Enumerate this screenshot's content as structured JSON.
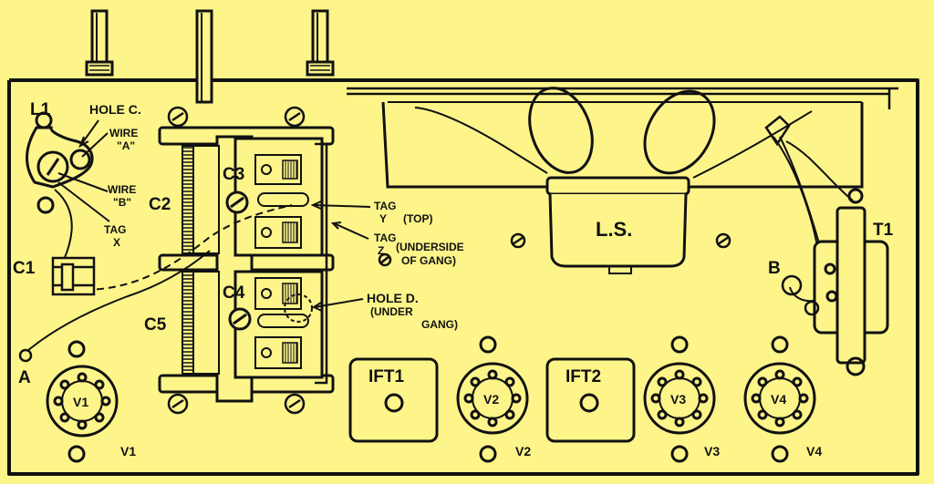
{
  "colors": {
    "background": "#fdf58a",
    "ink": "#111111"
  },
  "labels": {
    "l1": "L1",
    "hole_c": "HOLE C.",
    "wire_a_1": "WIRE",
    "wire_a_2": "\"A\"",
    "wire_b_1": "WIRE",
    "wire_b_2": "\"B\"",
    "tag_x_1": "TAG",
    "tag_x_2": "X",
    "c1": "C1",
    "c2": "C2",
    "c3": "C3",
    "c4": "C4",
    "c5": "C5",
    "a": "A",
    "tag_y_1": "TAG",
    "tag_y_2": "Y",
    "tag_y_3": "(TOP)",
    "tag_z_1": "TAG",
    "tag_z_2": "Z",
    "tag_z_3": "(UNDERSIDE",
    "tag_z_4": "OF GANG)",
    "hole_d_1": "HOLE D.",
    "hole_d_2": "(UNDER",
    "hole_d_3": "GANG)",
    "ls": "L.S.",
    "ift1": "IFT1",
    "ift2": "IFT2",
    "b": "B",
    "t1": "T1",
    "v1": "V1",
    "v2": "V2",
    "v3": "V3",
    "v4": "V4",
    "valve_v1": "V1",
    "valve_v2": "V2",
    "valve_v3": "V3",
    "valve_v4": "V4"
  }
}
